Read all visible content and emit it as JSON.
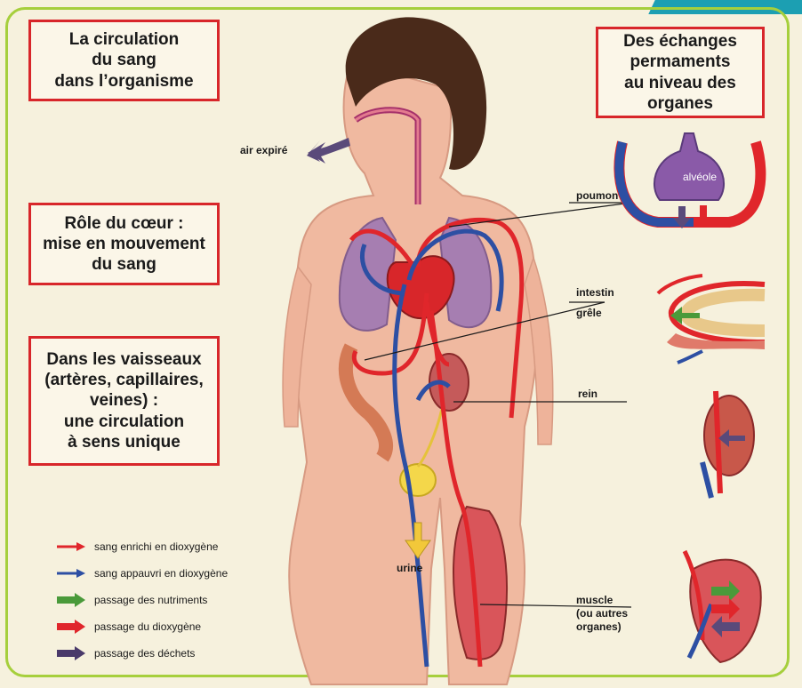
{
  "titles": {
    "circulation": "La circulation\ndu sang\ndans l’organisme",
    "exchanges": "Des échanges\npermaments\nau niveau des\norganes",
    "heart_role": "Rôle du cœur :\nmise en mouvement\ndu sang",
    "vessels": "Dans les vaisseaux\n(artères, capillaires,\nveines) :\nune circulation\nà sens unique"
  },
  "labels": {
    "air": "air expiré",
    "lung": "poumon",
    "intestine1": "intestin",
    "intestine2": "grêle",
    "kidney": "rein",
    "urine": "urine",
    "muscle": "muscle\n(ou autres\norganes)",
    "alveole": "alvéole"
  },
  "legend": [
    {
      "label": "sang enrichi en dioxygène",
      "color": "#e0262b",
      "style": "line"
    },
    {
      "label": "sang appauvri en dioxygène",
      "color": "#2d4fa3",
      "style": "line"
    },
    {
      "label": "passage des nutriments",
      "color": "#4a9a3a",
      "style": "block"
    },
    {
      "label": "passage du dioxygène",
      "color": "#e0262b",
      "style": "block"
    },
    {
      "label": "passage des déchets",
      "color": "#4a3a6a",
      "style": "block"
    }
  ],
  "colors": {
    "frame": "#a6cf3c",
    "box_border": "#d8262a",
    "skin": "#f0b9a0",
    "artery": "#e0262b",
    "vein": "#2d4fa3"
  }
}
